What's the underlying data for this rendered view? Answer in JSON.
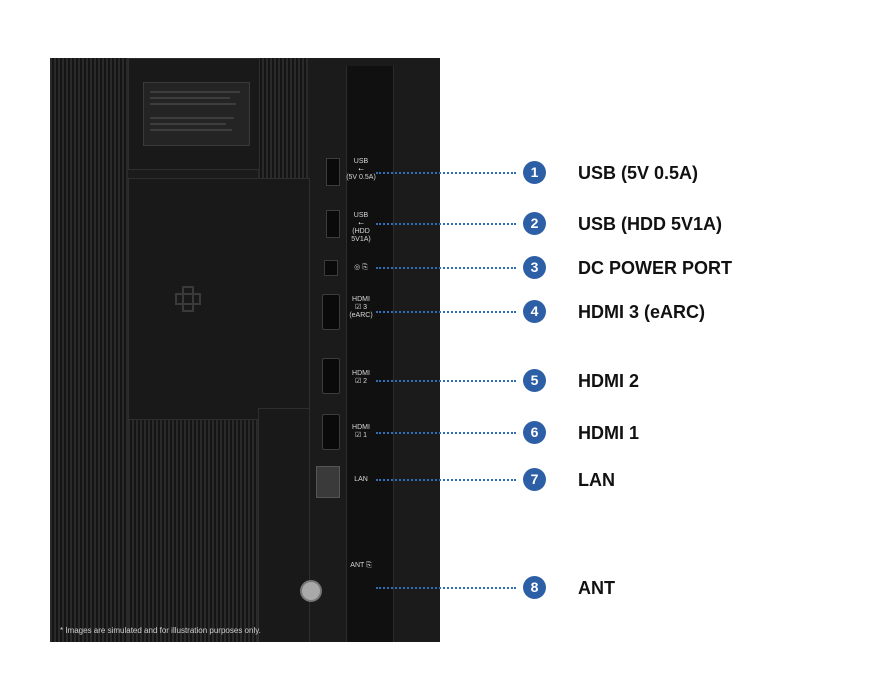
{
  "photo": {
    "disclaimer": "* Images are simulated and for illustration purposes only.",
    "port_labels": {
      "usb1": "USB\n⭠\n(5V 0.5A)",
      "usb2": "USB\n⭠\n(HDD 5V1A)",
      "dc": "◎ ⎘",
      "hdmi3": "HDMI\n☑ 3\n(eARC)",
      "hdmi2": "HDMI\n☑ 2",
      "hdmi1": "HDMI\n☑ 1",
      "lan": "LAN",
      "ant": "ANT ⎘"
    }
  },
  "callouts": [
    {
      "number": "1",
      "label": "USB (5V 0.5A)"
    },
    {
      "number": "2",
      "label": "USB (HDD 5V1A)"
    },
    {
      "number": "3",
      "label": "DC POWER PORT"
    },
    {
      "number": "4",
      "label": "HDMI 3 (eARC)"
    },
    {
      "number": "5",
      "label": "HDMI 2"
    },
    {
      "number": "6",
      "label": "HDMI 1"
    },
    {
      "number": "7",
      "label": "LAN"
    },
    {
      "number": "8",
      "label": "ANT"
    }
  ],
  "colors": {
    "accent": "#2d5fa6",
    "text": "#111111",
    "photo_bg": "#1b1b1b"
  }
}
